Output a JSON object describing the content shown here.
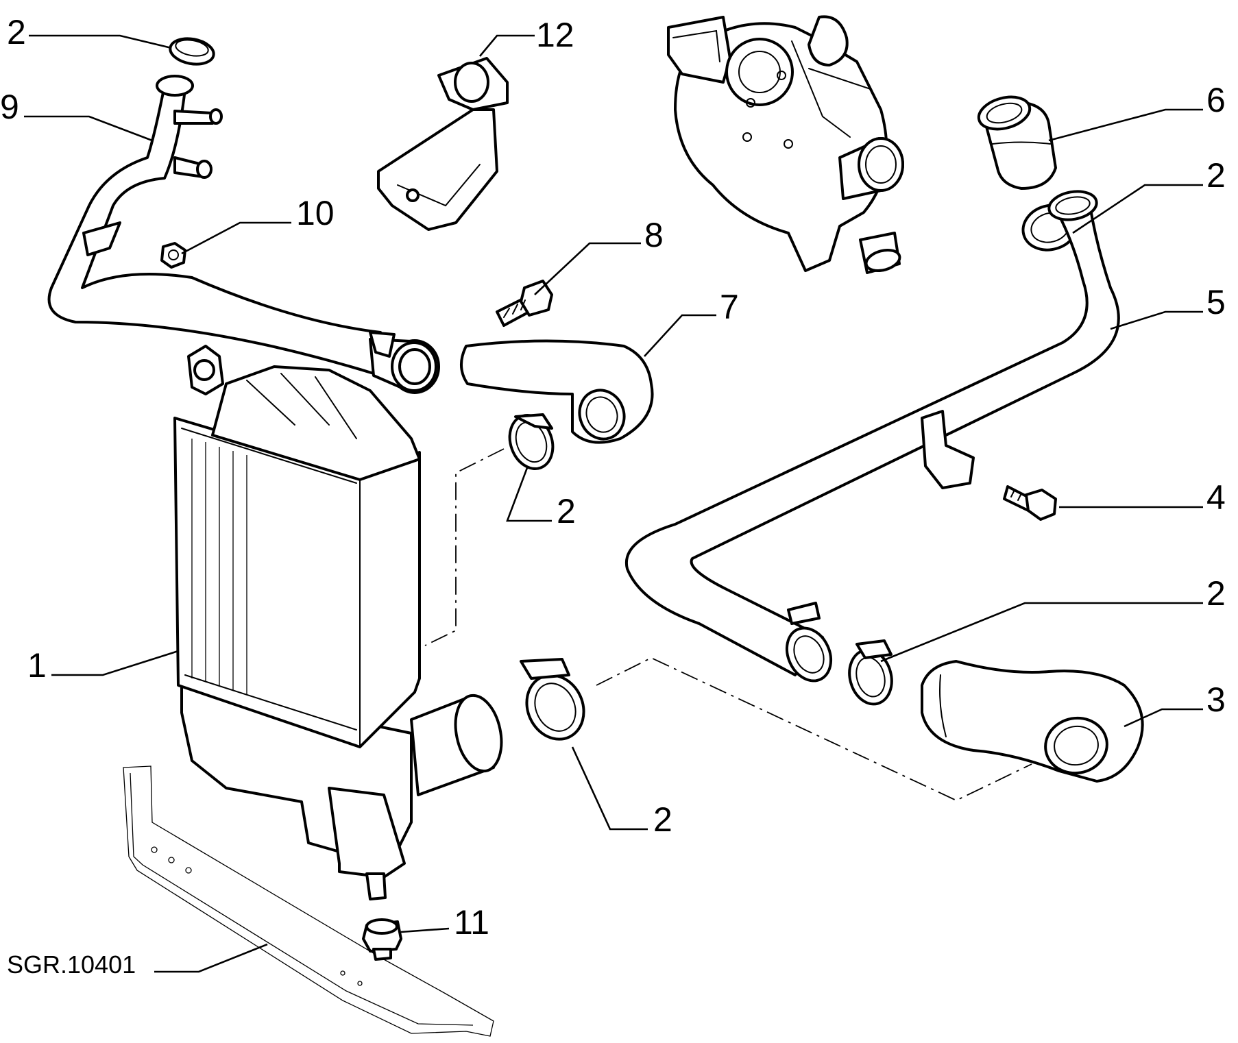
{
  "drawing_code": "SGR.10401",
  "callouts": {
    "p1": "1",
    "p2_top_left": "2",
    "p2_right_upper": "2",
    "p2_center": "2",
    "p2_right_lower": "2",
    "p2_bottom": "2",
    "p3": "3",
    "p4": "4",
    "p5": "5",
    "p6": "6",
    "p7": "7",
    "p8": "8",
    "p9": "9",
    "p10": "10",
    "p11": "11",
    "p12": "12"
  },
  "colors": {
    "line": "#000000",
    "background": "#ffffff"
  }
}
